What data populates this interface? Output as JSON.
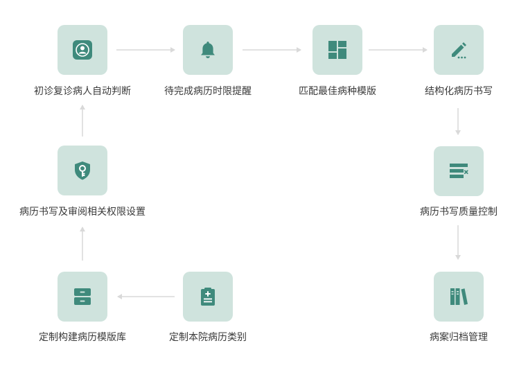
{
  "colors": {
    "tile_bg": "#cfe3dd",
    "icon": "#3f8a7c",
    "arrow": "#d9d9d9",
    "text": "#3a3a3a"
  },
  "nodes": {
    "initial_revisit": {
      "label": "初诊复诊病人自动判断",
      "icon": "patient-icon"
    },
    "pending_reminder": {
      "label": "待完成病历时限提醒",
      "icon": "bell-icon"
    },
    "match_template": {
      "label": "匹配最佳病种模版",
      "icon": "grid-layout-icon"
    },
    "structured_writing": {
      "label": "结构化病历书写",
      "icon": "pencil-icon"
    },
    "quality_control": {
      "label": "病历书写质量控制",
      "icon": "list-check-icon"
    },
    "archive": {
      "label": "病案归档管理",
      "icon": "books-icon"
    },
    "permission": {
      "label": "病历书写及审阅相关权限设置",
      "icon": "key-shield-icon"
    },
    "template_library": {
      "label": "定制构建病历模版库",
      "icon": "drawer-icon"
    },
    "record_category": {
      "label": "定制本院病历类别",
      "icon": "clipboard-plus-icon"
    }
  }
}
